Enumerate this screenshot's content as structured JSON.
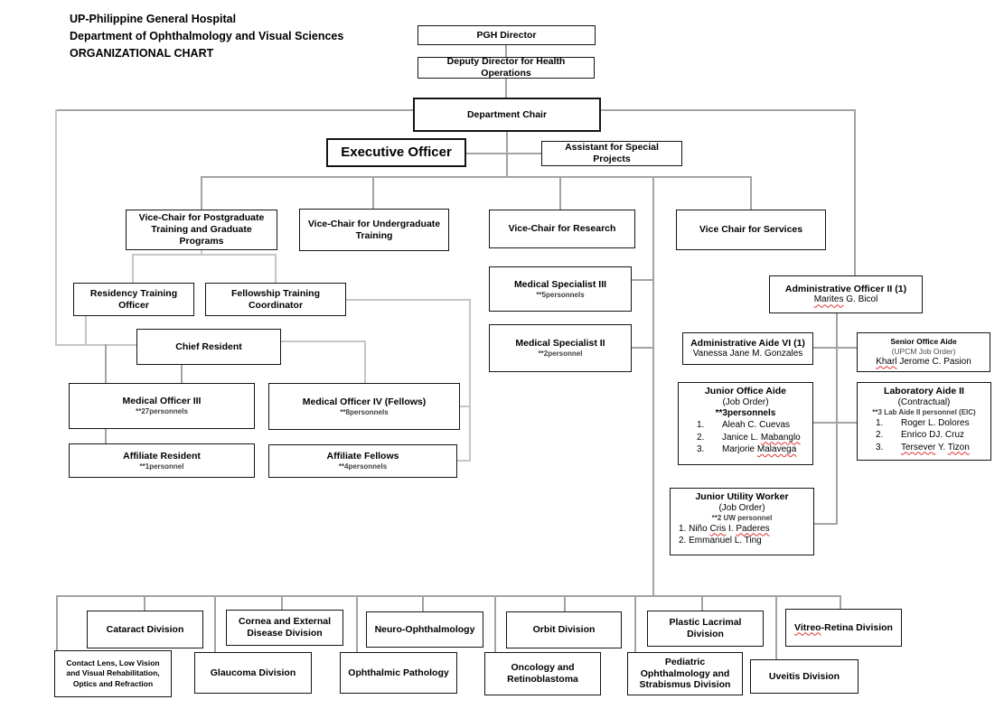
{
  "title": {
    "line1": "UP-Philippine General Hospital",
    "line2": "Department of Ophthalmology and Visual Sciences",
    "line3": "ORGANIZATIONAL CHART"
  },
  "nodes": [
    {
      "id": "pgh-director",
      "lines": [
        {
          "t": "PGH Director",
          "c": "t"
        }
      ]
    },
    {
      "id": "deputy-director",
      "lines": [
        {
          "t": "Deputy Director for Health Operations",
          "c": "t"
        }
      ]
    },
    {
      "id": "department-chair",
      "lines": [
        {
          "t": "Department Chair",
          "c": "t"
        }
      ]
    },
    {
      "id": "executive-officer",
      "lines": [
        {
          "t": "Executive Officer",
          "c": "t-lg"
        }
      ]
    },
    {
      "id": "asst-special-projects",
      "lines": [
        {
          "t": "Assistant for Special Projects",
          "c": "t"
        }
      ]
    },
    {
      "id": "vc-postgrad",
      "lines": [
        {
          "t": "Vice-Chair for Postgraduate Training and Graduate Programs",
          "c": "t"
        }
      ]
    },
    {
      "id": "vc-undergrad",
      "lines": [
        {
          "t": "Vice-Chair for Undergraduate Training",
          "c": "t"
        }
      ]
    },
    {
      "id": "vc-research",
      "lines": [
        {
          "t": "Vice-Chair for Research",
          "c": "t"
        }
      ]
    },
    {
      "id": "vc-services",
      "lines": [
        {
          "t": "Vice Chair for Services",
          "c": "t"
        }
      ]
    },
    {
      "id": "residency-training-officer",
      "lines": [
        {
          "t": "Residency Training Officer",
          "c": "t"
        }
      ]
    },
    {
      "id": "fellowship-training-coordinator",
      "lines": [
        {
          "t": "Fellowship Training Coordinator",
          "c": "t"
        }
      ]
    },
    {
      "id": "chief-resident",
      "lines": [
        {
          "t": "Chief Resident",
          "c": "t"
        }
      ]
    },
    {
      "id": "medical-officer-iii",
      "lines": [
        {
          "t": "Medical Officer III",
          "c": "t"
        },
        {
          "t": "**27personnels",
          "c": "sub"
        }
      ]
    },
    {
      "id": "medical-officer-iv",
      "lines": [
        {
          "t": "Medical Officer IV (Fellows)",
          "c": "t"
        },
        {
          "t": "**8personnels",
          "c": "sub"
        }
      ]
    },
    {
      "id": "affiliate-resident",
      "lines": [
        {
          "t": "Affiliate Resident",
          "c": "t"
        },
        {
          "t": "**1personnel",
          "c": "sub"
        }
      ]
    },
    {
      "id": "affiliate-fellows",
      "lines": [
        {
          "t": "Affiliate Fellows",
          "c": "t"
        },
        {
          "t": "**4personnels",
          "c": "sub"
        }
      ]
    },
    {
      "id": "medical-specialist-iii",
      "lines": [
        {
          "t": "Medical Specialist III",
          "c": "t"
        },
        {
          "t": "**5personnels",
          "c": "sub"
        }
      ]
    },
    {
      "id": "medical-specialist-ii",
      "lines": [
        {
          "t": "Medical Specialist II",
          "c": "t"
        },
        {
          "t": "**2personnel",
          "c": "sub"
        }
      ]
    },
    {
      "id": "admin-officer-ii",
      "lines": [
        {
          "t": "Administrative Officer II (1)",
          "c": "t"
        },
        {
          "t": "Marites G. Bicol",
          "c": "name",
          "w": [
            "Marites"
          ]
        }
      ]
    },
    {
      "id": "admin-aide-vi",
      "lines": [
        {
          "t": "Administrative Aide VI (1)",
          "c": "t"
        },
        {
          "t": "Vanessa Jane M. Gonzales",
          "c": "name"
        }
      ]
    },
    {
      "id": "senior-office-aide",
      "lines": [
        {
          "t": "Senior Office Aide",
          "c": "t-xs"
        },
        {
          "t": "(UPCM Job Order)",
          "c": "paren-xs"
        },
        {
          "t": "Kharl Jerome C. Pasion",
          "c": "name",
          "w": [
            "Kharl"
          ]
        }
      ]
    },
    {
      "id": "junior-office-aide",
      "lines": [
        {
          "t": "Junior Office Aide",
          "c": "t"
        },
        {
          "t": "(Job Order)",
          "c": "paren"
        },
        {
          "t": "**3personnels",
          "c": "sub2"
        },
        {
          "n": "1.",
          "t": "Aleah C. Cuevas",
          "c": "li"
        },
        {
          "n": "2.",
          "t": "Janice L. Mabanglo",
          "c": "li",
          "w": [
            "Mabanglo"
          ]
        },
        {
          "n": "3.",
          "t": "Marjorie Malavega",
          "c": "li",
          "w": [
            "Malavega"
          ]
        }
      ]
    },
    {
      "id": "laboratory-aide-ii",
      "lines": [
        {
          "t": "Laboratory Aide II",
          "c": "t"
        },
        {
          "t": "(Contractual)",
          "c": "paren"
        },
        {
          "t": "**3 Lab Aide II personnel (EIC)",
          "c": "sub"
        },
        {
          "n": "1.",
          "t": "Roger L. Dolores",
          "c": "li"
        },
        {
          "n": "2.",
          "t": "Enrico DJ. Cruz",
          "c": "li"
        },
        {
          "n": "3.",
          "t": "Tersever Y. Tizon",
          "c": "li",
          "w": [
            "Tersever",
            "Tizon"
          ]
        }
      ]
    },
    {
      "id": "junior-utility-worker",
      "lines": [
        {
          "t": "Junior Utility Worker",
          "c": "t"
        },
        {
          "t": "(Job Order)",
          "c": "paren"
        },
        {
          "t": "**2 UW personnel",
          "c": "sub"
        },
        {
          "t": "1. Niño Cris I. Paderes",
          "c": "li-plain",
          "w": [
            "Cris",
            "Paderes"
          ]
        },
        {
          "t": "2. Emmanuel L. Ting",
          "c": "li-plain"
        }
      ]
    },
    {
      "id": "cataract-division",
      "lines": [
        {
          "t": "Cataract Division",
          "c": "t"
        }
      ]
    },
    {
      "id": "cornea-division",
      "lines": [
        {
          "t": "Cornea and External Disease Division",
          "c": "t"
        }
      ]
    },
    {
      "id": "neuro-ophthalmology",
      "lines": [
        {
          "t": "Neuro-Ophthalmology",
          "c": "t"
        }
      ]
    },
    {
      "id": "orbit-division",
      "lines": [
        {
          "t": "Orbit Division",
          "c": "t"
        }
      ]
    },
    {
      "id": "plastic-lacrimal-division",
      "lines": [
        {
          "t": "Plastic Lacrimal Division",
          "c": "t"
        }
      ]
    },
    {
      "id": "vitreo-retina-division",
      "lines": [
        {
          "t": "Vitreo-Retina Division",
          "c": "t",
          "w": [
            "Vitreo"
          ]
        }
      ]
    },
    {
      "id": "contact-lens-division",
      "lines": [
        {
          "t": "Contact Lens, Low Vision and Visual Rehabilitation, Optics and Refraction",
          "c": "t-xs"
        }
      ]
    },
    {
      "id": "glaucoma-division",
      "lines": [
        {
          "t": "Glaucoma Division",
          "c": "t"
        }
      ]
    },
    {
      "id": "ophthalmic-pathology",
      "lines": [
        {
          "t": "Ophthalmic Pathology",
          "c": "t"
        }
      ]
    },
    {
      "id": "oncology-retinoblastoma",
      "lines": [
        {
          "t": "Oncology and Retinoblastoma",
          "c": "t"
        }
      ]
    },
    {
      "id": "pediatric-ophthalmology",
      "lines": [
        {
          "t": "Pediatric Ophthalmology and Strabismus Division",
          "c": "t"
        }
      ]
    },
    {
      "id": "uveitis-division",
      "lines": [
        {
          "t": "Uveitis Division",
          "c": "t"
        }
      ]
    }
  ]
}
